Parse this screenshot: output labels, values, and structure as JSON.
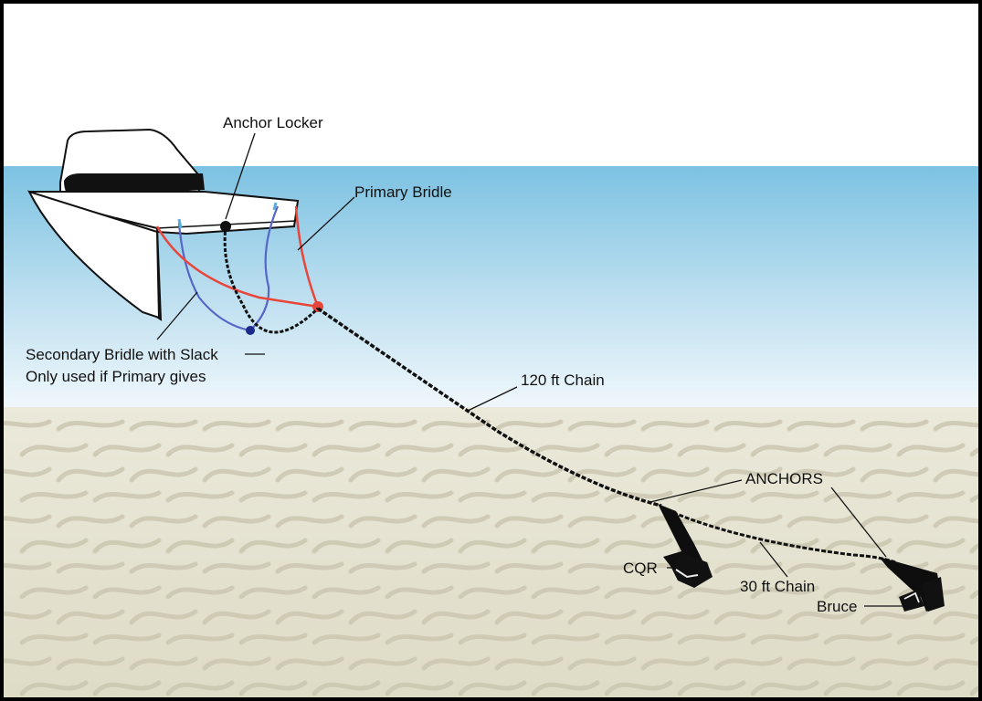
{
  "labels": {
    "anchor_locker": "Anchor Locker",
    "primary_bridle": "Primary Bridle",
    "secondary_bridle_line1": "Secondary Bridle with Slack",
    "secondary_bridle_line2": "Only used if Primary gives",
    "chain_main": "120 ft Chain",
    "anchors": "ANCHORS",
    "cqr": "CQR",
    "chain_short": "30 ft Chain",
    "bruce": "Bruce"
  },
  "colors": {
    "sky": "#ffffff",
    "water_top": "#7fc4e3",
    "water_bottom": "#eef6fb",
    "sand": "#e6e3d1",
    "sand_ripple": "#c9c5b0",
    "primary_bridle": "#e8463a",
    "secondary_bridle": "#5566c8",
    "chain": "#1a1a1a"
  }
}
